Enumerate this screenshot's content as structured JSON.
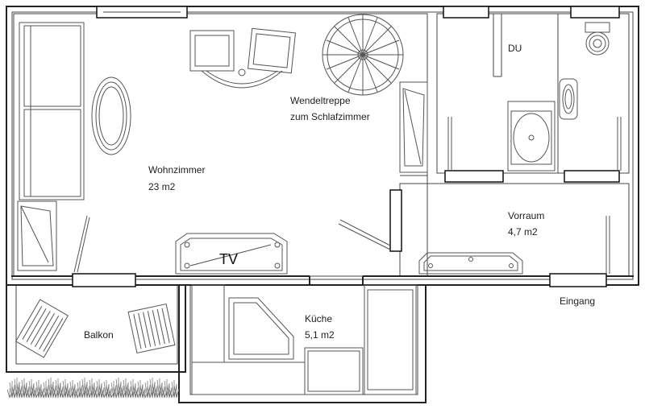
{
  "rooms": {
    "living": {
      "name": "Wohnzimmer",
      "area": "23 m2"
    },
    "stairs": {
      "line1": "Wendeltreppe",
      "line2": "zum Schlafzimmer"
    },
    "shower": {
      "name": "DU"
    },
    "hall": {
      "name": "Vorraum",
      "area": "4,7 m2"
    },
    "kitchen": {
      "name": "Küche",
      "area": "5,1 m2"
    },
    "balcony": {
      "name": "Balkon"
    },
    "entrance": {
      "name": "Eingang"
    }
  },
  "furniture": {
    "tv_label": "TV"
  },
  "colors": {
    "line": "#222222",
    "background": "#ffffff",
    "planting": "#666666"
  }
}
